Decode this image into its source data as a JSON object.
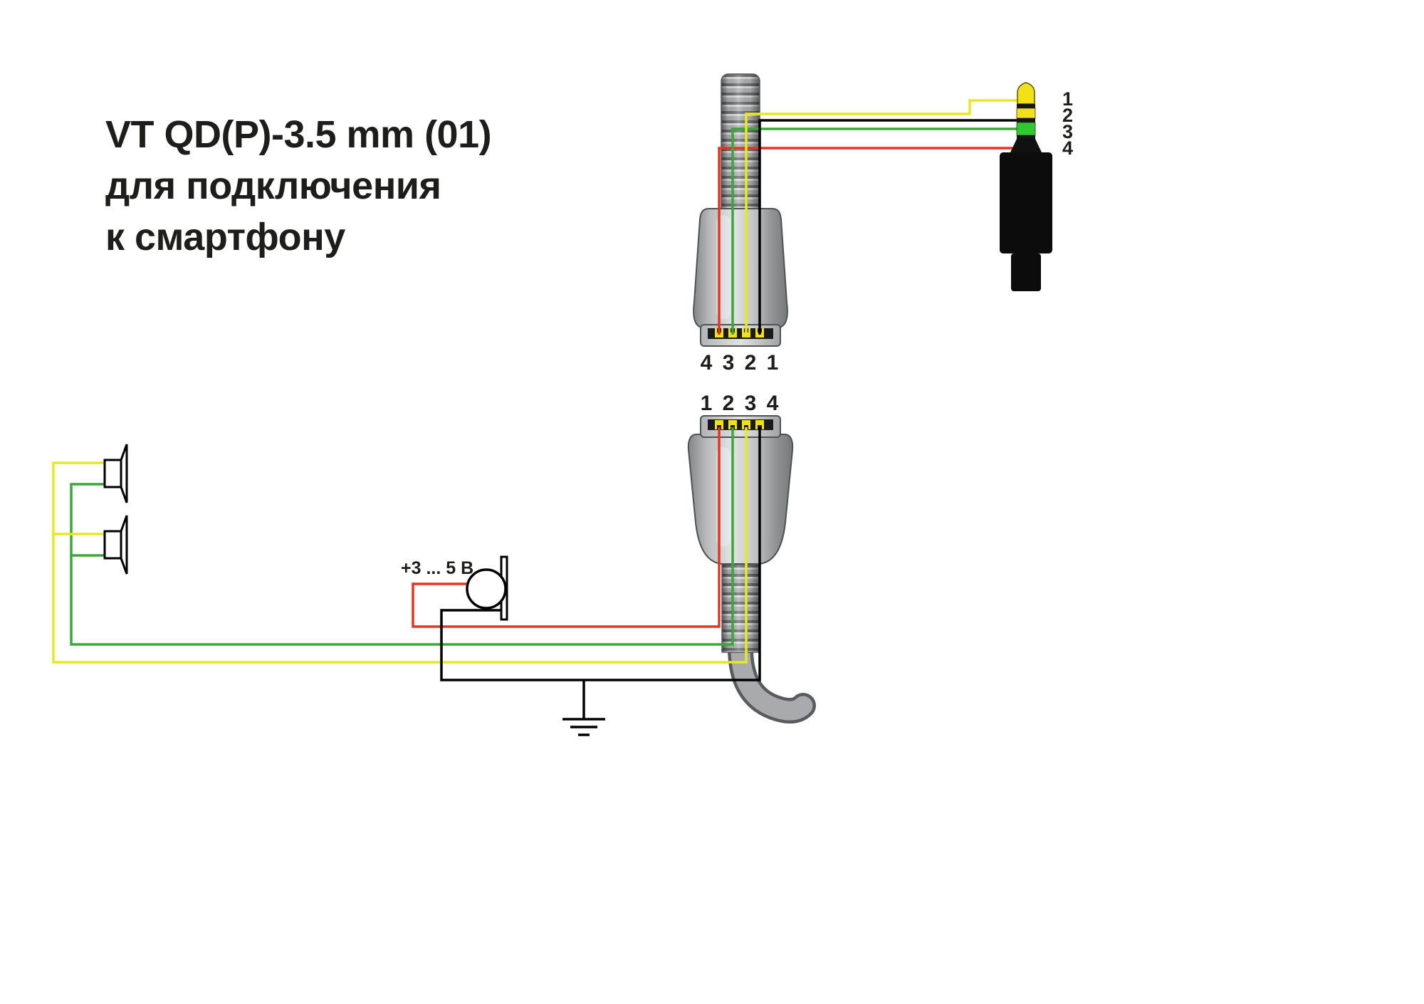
{
  "title": {
    "lines": [
      "VT QD(P)-3.5 mm (01)",
      "для подключения",
      "к смартфону"
    ]
  },
  "connectors": {
    "top_pins_label": "4 3 2 1",
    "bottom_pins_label": "1 2 3 4"
  },
  "jack": {
    "pins": [
      "1",
      "2",
      "3",
      "4"
    ]
  },
  "microphone": {
    "voltage_label": "+3 ... 5 В"
  },
  "colors": {
    "red": "#e63323",
    "green": "#3aa73a",
    "yellow": "#e8e81f",
    "black": "#000000",
    "contact": "#f2e117",
    "jack_tip": "#f2e117",
    "jack_yellow": "#f2e117",
    "jack_green": "#2fc930"
  }
}
